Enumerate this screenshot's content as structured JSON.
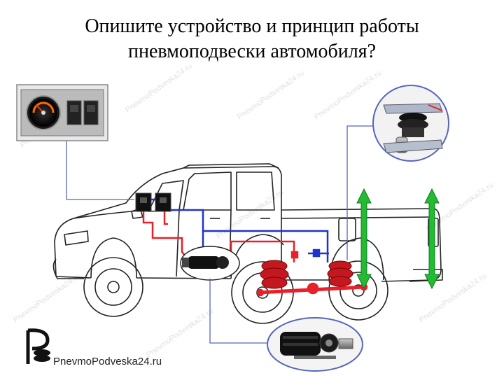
{
  "slide": {
    "title_line1": "Опишите устройство и принцип работы",
    "title_line2": "пневмоподвески автомобиля?"
  },
  "brand": {
    "site": "PnevmoPodveska24.ru",
    "watermark_text": "PnevmoPodveska24.ru"
  },
  "colors": {
    "air_line_red": "#e8202a",
    "air_line_blue": "#2233cc",
    "arrow_green": "#22bb33",
    "leader_line": "#5566bb",
    "truck_outline": "#222222"
  },
  "components": [
    {
      "name": "gauge-panel-inset",
      "icon": "pressure-gauge-icon"
    },
    {
      "name": "air-spring-mount-inset",
      "icon": "air-spring-icon"
    },
    {
      "name": "compressor-inset",
      "icon": "compressor-icon"
    },
    {
      "name": "control-switches",
      "icon": "switch-icon"
    },
    {
      "name": "rear-air-springs",
      "icon": "air-bag-icon"
    }
  ]
}
